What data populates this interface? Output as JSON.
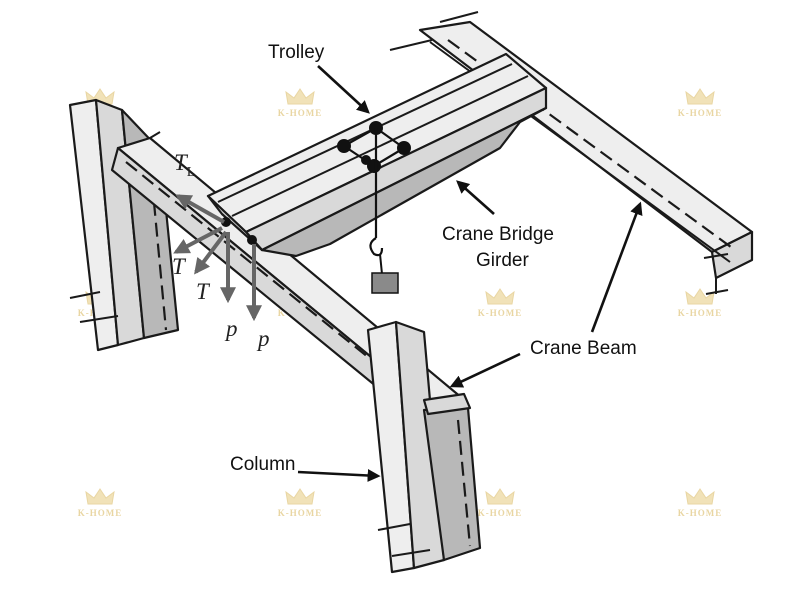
{
  "watermark": {
    "brand": "K-HOME",
    "crown_icon": "crown-icon"
  },
  "labels": {
    "trolley": "Trolley",
    "bridge_line1": "Crane Bridge",
    "bridge_line2": "Girder",
    "crane_beam": "Crane Beam",
    "column": "Column"
  },
  "forces": {
    "tl": "T",
    "tl_sub": "L",
    "t1": "T",
    "t2": "T",
    "p1": "p",
    "p2": "p"
  },
  "colors": {
    "steel": "#d9d9d9",
    "outline": "#1a1a1a",
    "watermark": "#e9d6a3",
    "force_arrow": "#666666"
  }
}
